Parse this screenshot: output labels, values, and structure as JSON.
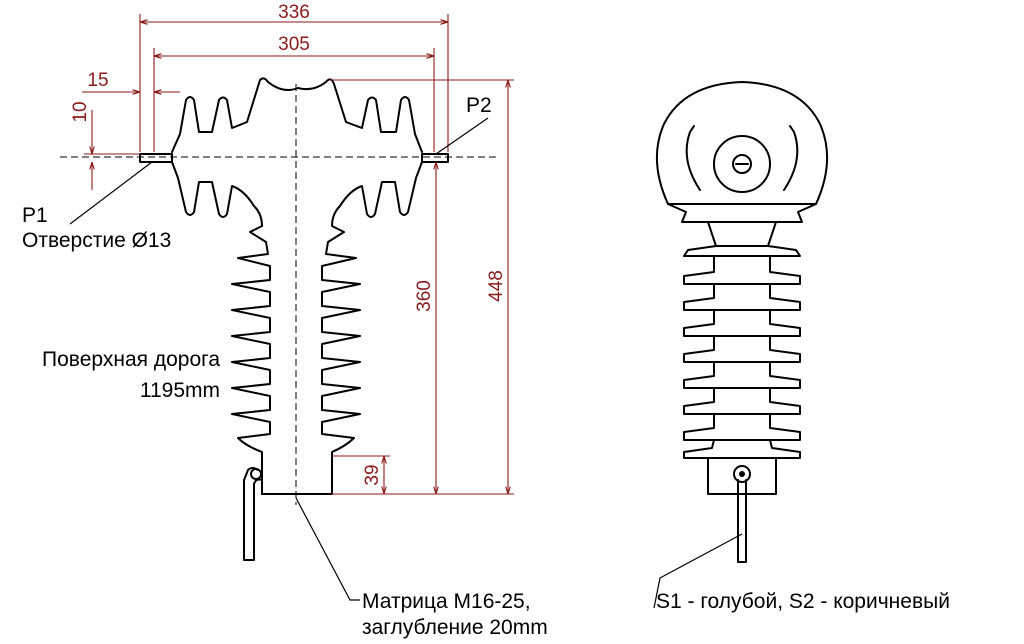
{
  "dimensions": {
    "width_outer": "336",
    "width_inner": "305",
    "offset_left": "15",
    "flange_height": "10",
    "height_360": "360",
    "height_448": "448",
    "height_39": "39"
  },
  "labels": {
    "p1": "P1",
    "p2": "P2",
    "hole": "Отверстие Ø13",
    "creepage_line1": "Поверхная дорога",
    "creepage_line2": "1195mm",
    "matrix_line1": "Матрица M16-25,",
    "matrix_line2": "заглубление 20mm",
    "wires": "S1 - голубой, S2 - коричневый"
  }
}
